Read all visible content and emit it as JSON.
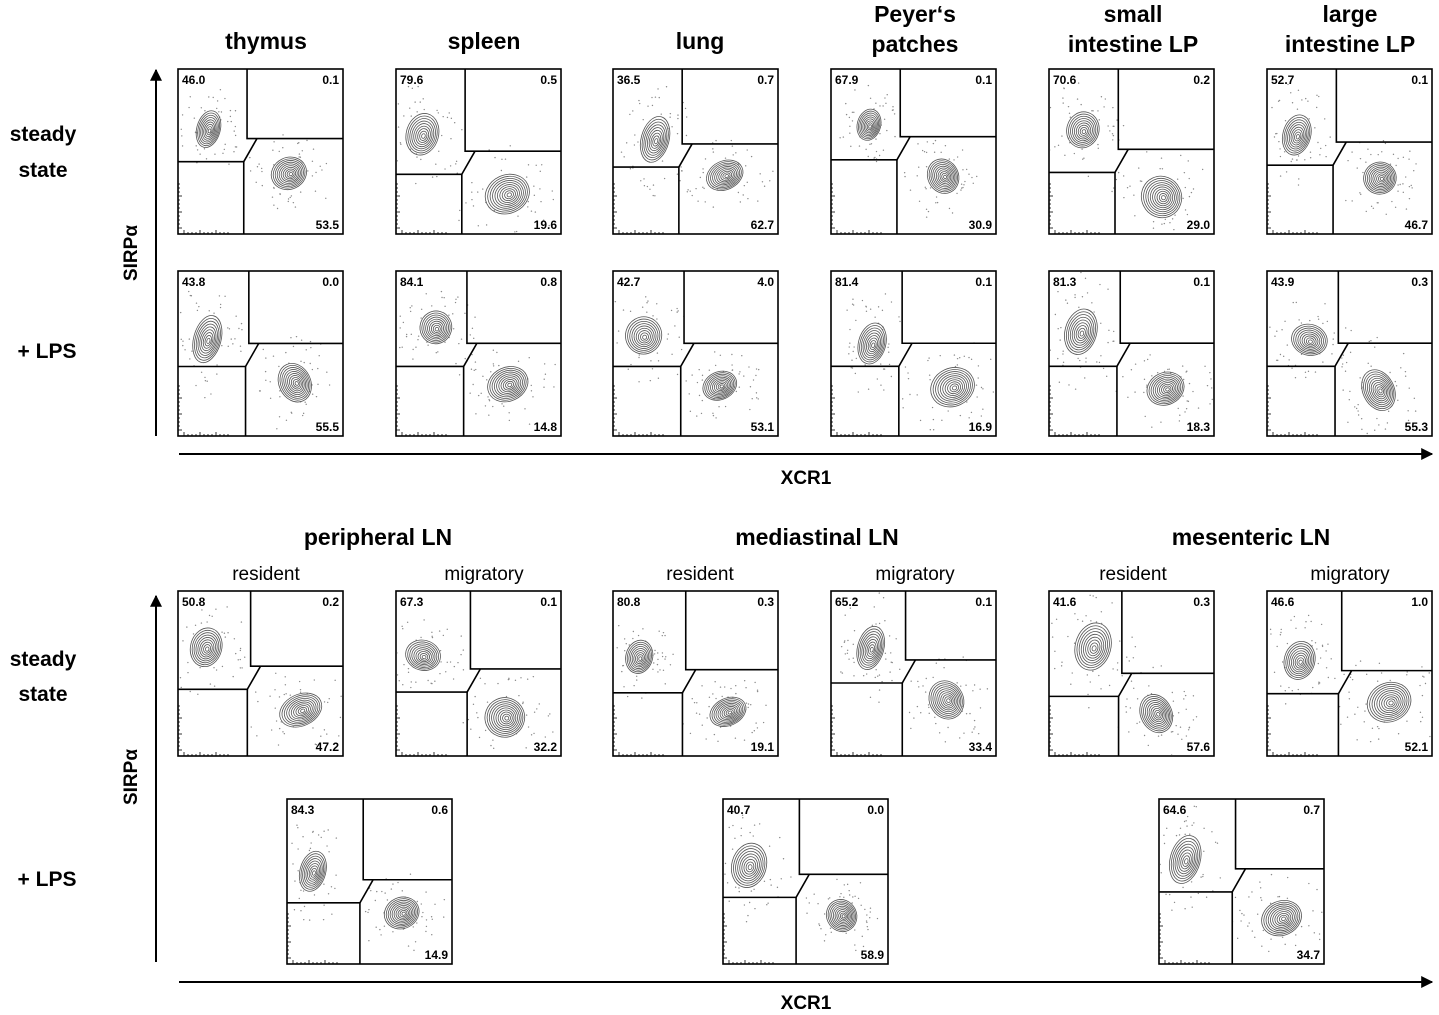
{
  "chart_data": {
    "type": "scatter",
    "xlabel": "XCR1",
    "ylabel": "SIRPα",
    "upper_panel": {
      "row_labels": [
        [
          "steady",
          "state"
        ],
        [
          "+ LPS"
        ]
      ],
      "columns": [
        {
          "title": [
            "thymus"
          ],
          "steady": {
            "tl": "46.0",
            "tr": "0.1",
            "br": "53.5"
          },
          "lps": {
            "tl": "43.8",
            "tr": "0.0",
            "br": "55.5"
          }
        },
        {
          "title": [
            "spleen"
          ],
          "steady": {
            "tl": "79.6",
            "tr": "0.5",
            "br": "19.6"
          },
          "lps": {
            "tl": "84.1",
            "tr": "0.8",
            "br": "14.8"
          }
        },
        {
          "title": [
            "lung"
          ],
          "steady": {
            "tl": "36.5",
            "tr": "0.7",
            "br": "62.7"
          },
          "lps": {
            "tl": "42.7",
            "tr": "4.0",
            "br": "53.1"
          }
        },
        {
          "title": [
            "Peyer‘s",
            "patches"
          ],
          "steady": {
            "tl": "67.9",
            "tr": "0.1",
            "br": "30.9"
          },
          "lps": {
            "tl": "81.4",
            "tr": "0.1",
            "br": "16.9"
          }
        },
        {
          "title": [
            "small",
            "intestine LP"
          ],
          "steady": {
            "tl": "70.6",
            "tr": "0.2",
            "br": "29.0"
          },
          "lps": {
            "tl": "81.3",
            "tr": "0.1",
            "br": "18.3"
          }
        },
        {
          "title": [
            "large",
            "intestine LP"
          ],
          "steady": {
            "tl": "52.7",
            "tr": "0.1",
            "br": "46.7"
          },
          "lps": {
            "tl": "43.9",
            "tr": "0.3",
            "br": "55.3"
          }
        }
      ]
    },
    "lower_panel": {
      "row_labels": [
        [
          "steady",
          "state"
        ],
        [
          "+ LPS"
        ]
      ],
      "groups": [
        {
          "title": "peripheral LN",
          "resident_label": "resident",
          "migratory_label": "migratory",
          "resident": {
            "tl": "50.8",
            "tr": "0.2",
            "br": "47.2"
          },
          "migratory": {
            "tl": "67.3",
            "tr": "0.1",
            "br": "32.2"
          },
          "lps": {
            "tl": "84.3",
            "tr": "0.6",
            "br": "14.9"
          }
        },
        {
          "title": "mediastinal LN",
          "resident_label": "resident",
          "migratory_label": "migratory",
          "resident": {
            "tl": "80.8",
            "tr": "0.3",
            "br": "19.1"
          },
          "migratory": {
            "tl": "65.2",
            "tr": "0.1",
            "br": "33.4"
          },
          "lps": {
            "tl": "40.7",
            "tr": "0.0",
            "br": "58.9"
          }
        },
        {
          "title": "mesenteric LN",
          "resident_label": "resident",
          "migratory_label": "migratory",
          "resident": {
            "tl": "41.6",
            "tr": "0.3",
            "br": "57.6"
          },
          "migratory": {
            "tl": "46.6",
            "tr": "1.0",
            "br": "52.1"
          },
          "lps": {
            "tl": "64.6",
            "tr": "0.7",
            "br": "34.7"
          }
        }
      ]
    }
  }
}
